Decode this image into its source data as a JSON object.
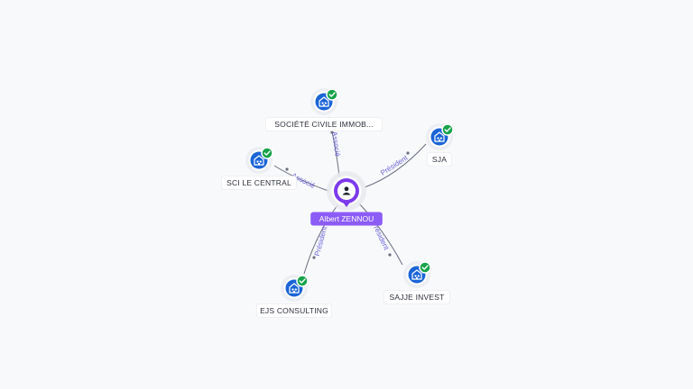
{
  "center": {
    "name": "Albert ZENNOU",
    "icon": "person-icon",
    "color": "#7c3aed"
  },
  "companies": [
    {
      "id": "societe-civile",
      "name": "SOCIÉTÉ CIVILE IMMOB...",
      "relation": "Associé",
      "verified": true,
      "icon": "building-icon"
    },
    {
      "id": "sci-le-central",
      "name": "SCI LE CENTRAL",
      "relation": "Associé",
      "verified": true,
      "icon": "building-icon"
    },
    {
      "id": "sja",
      "name": "SJA",
      "relation": "Président",
      "verified": true,
      "icon": "building-icon"
    },
    {
      "id": "ejs-consulting",
      "name": "EJS CONSULTING",
      "relation": "Président",
      "verified": true,
      "icon": "building-icon"
    },
    {
      "id": "sajje-invest",
      "name": "SAJJE INVEST",
      "relation": "Président",
      "verified": true,
      "icon": "building-icon"
    }
  ],
  "colors": {
    "company": "#1a64d6",
    "verified": "#16a34a",
    "person": "#7c3aed",
    "edge_label": "#6c63d8"
  }
}
